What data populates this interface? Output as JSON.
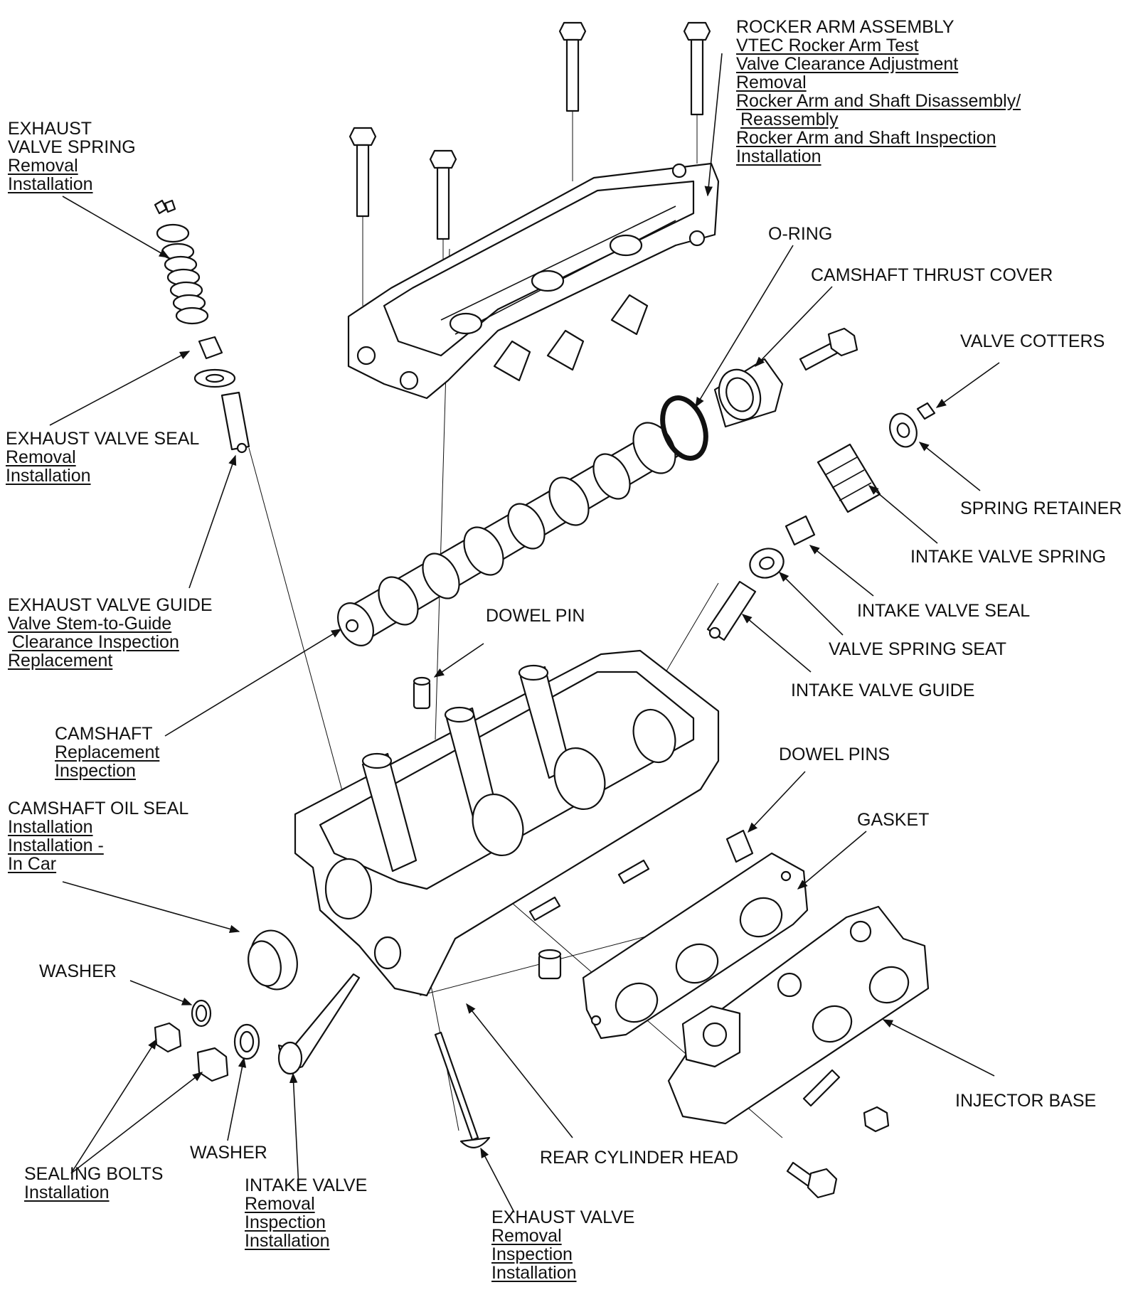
{
  "callouts": {
    "rocker_arm": {
      "title": [
        "ROCKER ARM ASSEMBLY"
      ],
      "links": [
        "VTEC Rocker Arm Test",
        "Valve Clearance Adjustment",
        "Removal",
        "Rocker Arm and Shaft Disassembly/",
        " Reassembly",
        "Rocker Arm and Shaft Inspection",
        "Installation"
      ]
    },
    "exhaust_valve_spring": {
      "title": [
        "EXHAUST",
        "VALVE SPRING"
      ],
      "links": [
        "Removal",
        "Installation"
      ]
    },
    "o_ring": {
      "title": [
        "O-RING"
      ],
      "links": []
    },
    "camshaft_thrust_cover": {
      "title": [
        "CAMSHAFT THRUST COVER"
      ],
      "links": []
    },
    "valve_cotters": {
      "title": [
        "VALVE COTTERS"
      ],
      "links": []
    },
    "exhaust_valve_seal": {
      "title": [
        "EXHAUST VALVE SEAL"
      ],
      "links": [
        "Removal",
        "Installation"
      ]
    },
    "spring_retainer": {
      "title": [
        "SPRING RETAINER"
      ],
      "links": []
    },
    "intake_valve_spring": {
      "title": [
        "INTAKE VALVE SPRING"
      ],
      "links": []
    },
    "exhaust_valve_guide": {
      "title": [
        "EXHAUST VALVE GUIDE"
      ],
      "links": [
        "Valve Stem-to-Guide",
        " Clearance Inspection",
        "Replacement"
      ]
    },
    "intake_valve_seal": {
      "title": [
        "INTAKE VALVE SEAL"
      ],
      "links": []
    },
    "dowel_pin": {
      "title": [
        "DOWEL PIN"
      ],
      "links": []
    },
    "valve_spring_seat": {
      "title": [
        "VALVE SPRING SEAT"
      ],
      "links": []
    },
    "intake_valve_guide": {
      "title": [
        "INTAKE VALVE GUIDE"
      ],
      "links": []
    },
    "camshaft": {
      "title": [
        "CAMSHAFT"
      ],
      "links": [
        "Replacement",
        "Inspection"
      ]
    },
    "dowel_pins": {
      "title": [
        "DOWEL PINS"
      ],
      "links": []
    },
    "camshaft_oil_seal": {
      "title": [
        "CAMSHAFT OIL SEAL"
      ],
      "links": [
        "Installation",
        "Installation -",
        "In Car"
      ]
    },
    "gasket": {
      "title": [
        "GASKET"
      ],
      "links": []
    },
    "washer_top": {
      "title": [
        "WASHER"
      ],
      "links": []
    },
    "injector_base": {
      "title": [
        "INJECTOR BASE"
      ],
      "links": []
    },
    "washer_bottom": {
      "title": [
        "WASHER"
      ],
      "links": []
    },
    "rear_cylinder_head": {
      "title": [
        "REAR CYLINDER HEAD"
      ],
      "links": []
    },
    "sealing_bolts": {
      "title": [
        "SEALING BOLTS"
      ],
      "links": [
        "Installation"
      ]
    },
    "intake_valve": {
      "title": [
        "INTAKE VALVE"
      ],
      "links": [
        "Removal",
        "Inspection",
        "Installation"
      ]
    },
    "exhaust_valve": {
      "title": [
        "EXHAUST VALVE"
      ],
      "links": [
        "Removal",
        "Inspection",
        "Installation"
      ]
    }
  }
}
